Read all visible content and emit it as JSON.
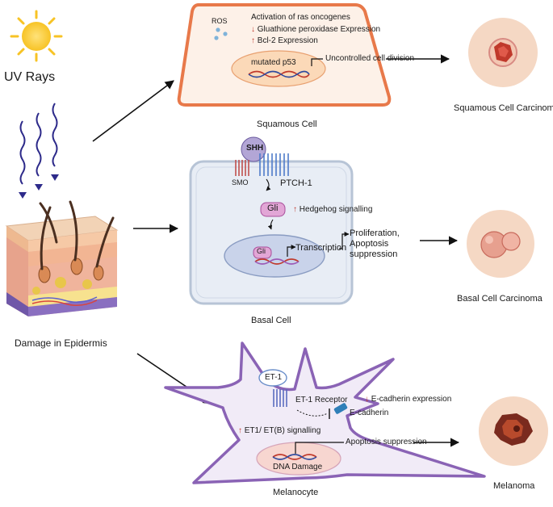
{
  "left": {
    "uv_label": "UV Rays",
    "damage_label": "Damage in Epidermis"
  },
  "squamous": {
    "ros": "ROS",
    "line1": "Activation of ras oncogenes",
    "line2_arrow": "↓",
    "line2": "Gluathione peroxidase Expression",
    "line3_arrow": "↑",
    "line3": "Bcl-2 Expression",
    "nucleus": "mutated p53",
    "outcome": "Uncontrolled cell division",
    "cell_label": "Squamous Cell",
    "cancer_label": "Squamous Cell Carcinoma"
  },
  "basal": {
    "shh": "SHH",
    "smo": "SMO",
    "ptch": "PTCH-1",
    "gli": "Gli",
    "hedgehog_arrow": "↑",
    "hedgehog": "Hedgehog signalling",
    "gli_nucleus": "Gli",
    "transcription": "Transcription",
    "outcome_line1": "Proliferation,",
    "outcome_line2": "Apoptosis",
    "outcome_line3": "suppression",
    "cell_label": "Basal Cell",
    "cancer_label": "Basal Cell Carcinoma"
  },
  "melanocyte": {
    "et1": "ET-1",
    "et1_receptor": "ET-1 Receptor",
    "ecad_arrow": "↓",
    "ecad_expression": "E-cadherin expression",
    "ecad": "E-cadherin",
    "signal_arrow": "↑",
    "signal": "ET1/ ET(B) signalling",
    "dna": "DNA Damage",
    "outcome": "Apoptosis suppression",
    "cell_label": "Melanocyte",
    "cancer_label": "Melanoma"
  },
  "colors": {
    "squamous_border": "#e8794a",
    "squamous_fill": "#fdf1e8",
    "nucleus_fill": "#fbd9b8",
    "basal_fill": "#e8edf5",
    "basal_border": "#b7c4d6",
    "melano_border": "#8a63b5",
    "melano_fill": "#f1ebf7",
    "gli_fill": "#e2a6d6",
    "sun": "#f7c325",
    "uv_wave": "#2d2a8a",
    "cancer_bg": "#f5d8c4",
    "arrow": "#111111"
  },
  "icons": [
    "sun-icon",
    "uv-wave-icon",
    "skin-cross-section-icon",
    "dna-helix-icon",
    "receptor-icon",
    "tumor-icon"
  ]
}
